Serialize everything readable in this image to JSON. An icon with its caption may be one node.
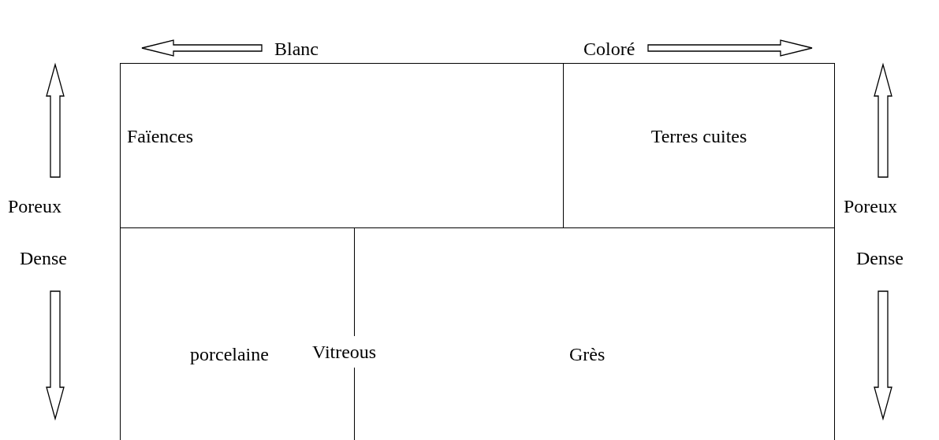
{
  "diagram": {
    "nodes": [
      {
        "text": [
          "Faïences"
        ]
      },
      {
        "text": [
          "Terres cuites"
        ]
      },
      {
        "text": [
          "porcelaine"
        ]
      },
      {
        "text": [
          "Grès"
        ]
      }
    ],
    "labels": [
      "Blanc",
      "Coloré",
      "Poreux",
      "Poreux",
      "Dense",
      "Dense",
      "Vitreous"
    ]
  }
}
